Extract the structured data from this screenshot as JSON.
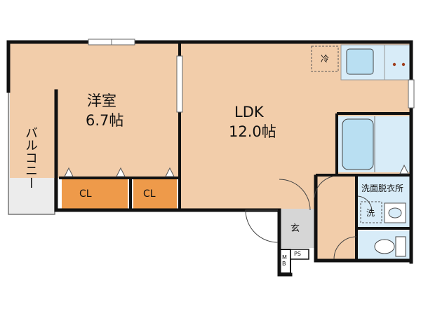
{
  "rooms": {
    "western_name": "洋室",
    "western_size": "6.7帖",
    "ldk_name": "LDK",
    "ldk_size": "12.0帖",
    "balcony": "バルコニー",
    "closet_left": "CL",
    "closet_right": "CL",
    "washroom": "洗面脱衣所",
    "entrance": "玄"
  },
  "fixtures": {
    "fridge": "冷",
    "washer": "洗",
    "meter_box": "MB",
    "pipe_space": "PS"
  },
  "icons": [
    "door-swing-icon",
    "sink-icon",
    "toilet-icon",
    "bathtub-icon",
    "stove-icon",
    "refrigerator-icon",
    "washing-machine-icon"
  ],
  "colors": {
    "floor": "#f2cdaa",
    "closet": "#ee9a4a",
    "wet_area": "#d8ecf8",
    "entrance_floor": "#d6d6d6",
    "balcony": "#ececec",
    "wall": "#111111"
  }
}
